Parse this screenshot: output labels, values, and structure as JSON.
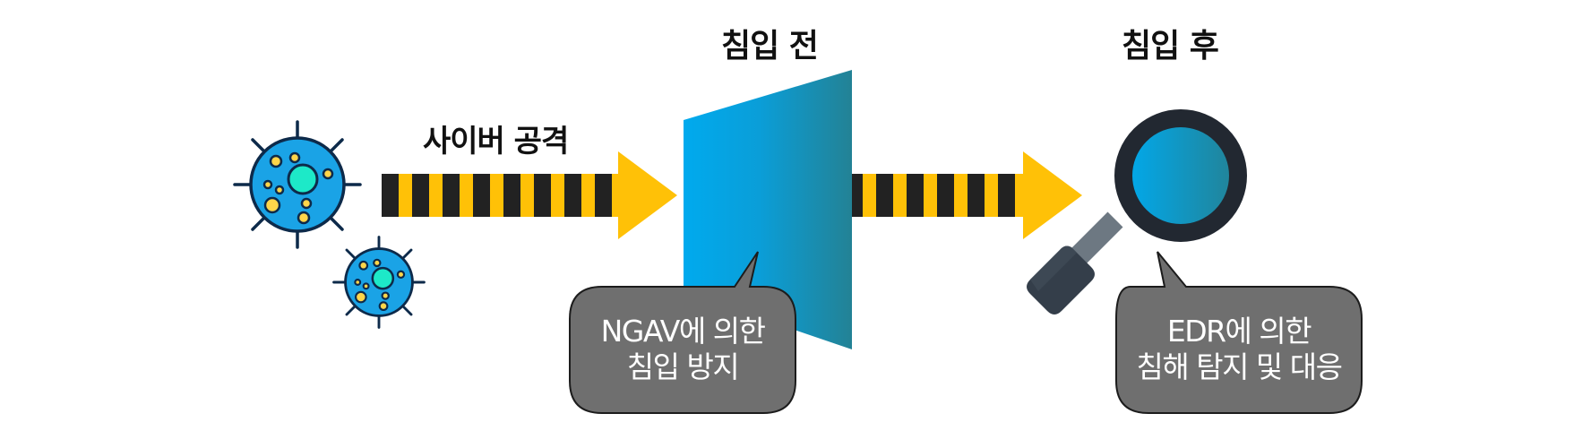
{
  "labels": {
    "attack": "사이버 공격",
    "before": "침입 전",
    "after": "침입 후"
  },
  "callouts": {
    "ngav": {
      "line1": "NGAV에 의한",
      "line2": "침입 방지"
    },
    "edr": {
      "line1": "EDR에 의한",
      "line2": "침해 탐지 및 대응"
    }
  },
  "colors": {
    "virus_body": "#1aa3e6",
    "virus_nucleus": "#1de9c8",
    "virus_dots": "#ffd54a",
    "outline": "#0d2a4a",
    "arrow_yellow": "#ffc107",
    "arrow_black": "#222222",
    "wall_light": "#00aaee",
    "wall_dark": "#238295",
    "callout_fill": "#6f6f6f",
    "lens_ring": "#222831",
    "lens_handle": "#343e4a"
  },
  "icons": [
    "virus-icon",
    "virus-icon",
    "firewall-wall-icon",
    "magnifier-icon",
    "arrow-right-icon",
    "arrow-right-icon"
  ]
}
